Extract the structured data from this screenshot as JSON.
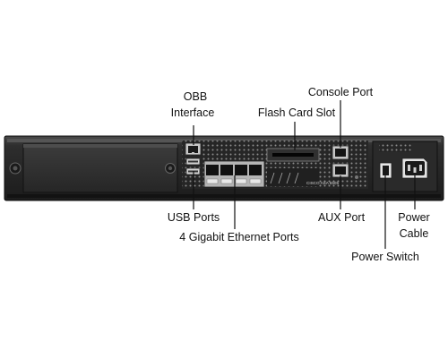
{
  "callouts": {
    "obb_interface": {
      "line1": "OBB",
      "line2": "Interface"
    },
    "console_port": "Console Port",
    "flash_card_slot": "Flash Card Slot",
    "usb_ports": "USB Ports",
    "aux_port": "AUX Port",
    "power": {
      "line1": "Power",
      "line2": "Cable"
    },
    "gigabit_ports": "4 Gigabit Ethernet Ports",
    "power_switch": "Power Switch"
  },
  "device": {
    "brand_label": "CISCO ASA 5505"
  },
  "colors": {
    "chassis": "#2b2b2b",
    "chassis_dark": "#161616",
    "panel_light": "#bdbdbd",
    "text": "#111111"
  }
}
